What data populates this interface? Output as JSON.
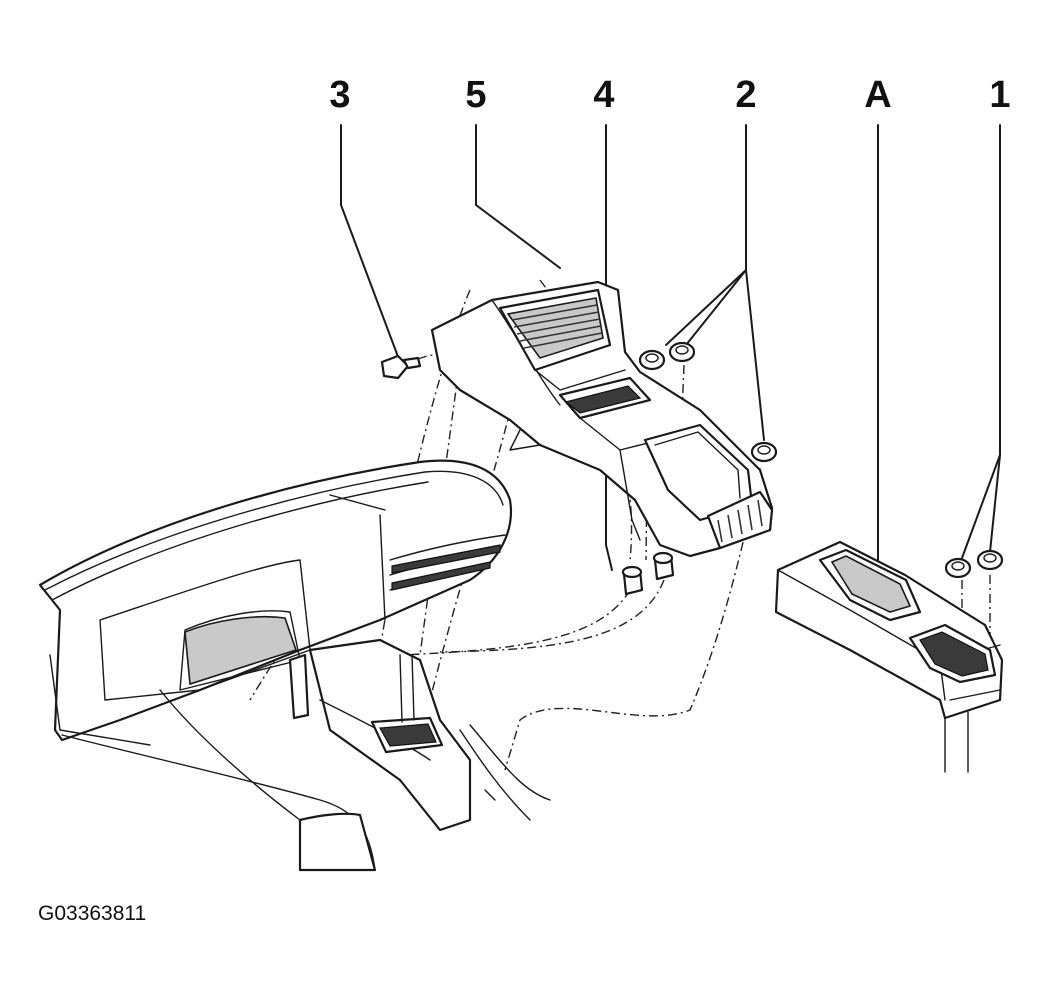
{
  "callouts": {
    "c3": "3",
    "c5": "5",
    "c4": "4",
    "c2": "2",
    "cA": "A",
    "c1": "1"
  },
  "figure_id": "G03363811"
}
